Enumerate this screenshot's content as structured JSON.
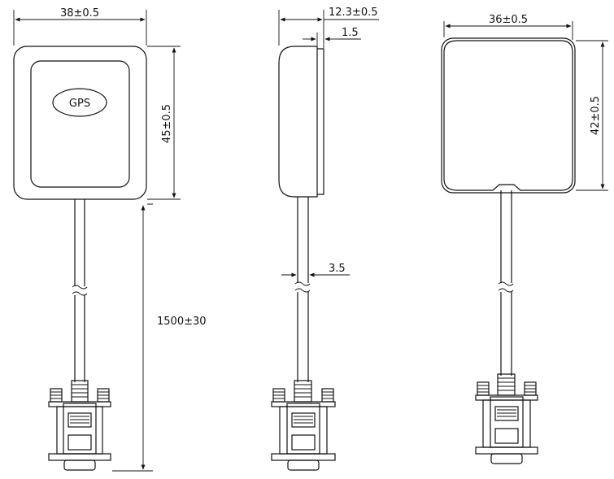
{
  "dimensions": {
    "front_width": "38±0.5",
    "front_height": "45±0.5",
    "cable_length": "1500±30",
    "side_depth": "12.3±0.5",
    "side_lip": "1.5",
    "cable_diameter": "3.5",
    "back_width": "36±0.5",
    "back_height": "42±0.5"
  },
  "front_label": "GPS"
}
